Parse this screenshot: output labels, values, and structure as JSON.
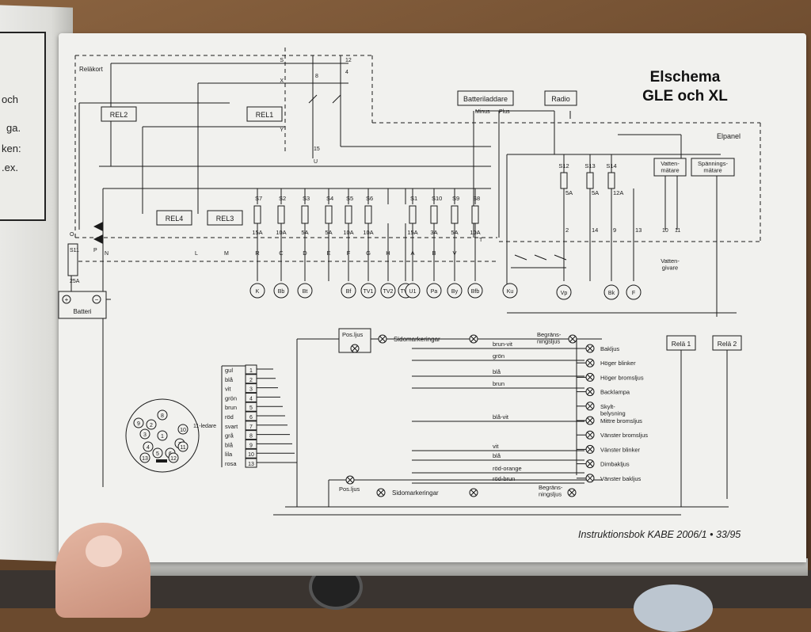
{
  "left_page": {
    "lines": [
      "och",
      "ga.",
      "ken:",
      ".ex."
    ]
  },
  "title": {
    "line1": "Elschema",
    "line2": "GLE och XL"
  },
  "footer": {
    "book": "Instruktionsbok KABE 2006/1",
    "sep": "•",
    "page": "33/95"
  },
  "boards": {
    "reläkort": "Reläkort",
    "elpanel": "Elpanel"
  },
  "relays": [
    "REL2",
    "REL1",
    "REL4",
    "REL3"
  ],
  "top_boxes": {
    "charger": "Batteriladdare",
    "minus": "Minus",
    "plus": "Plus",
    "radio": "Radio"
  },
  "switch_labels": [
    "S",
    "X",
    "Y",
    "12",
    "4",
    "8",
    "15",
    "U"
  ],
  "fuse_main": {
    "name": "S11",
    "rating": "25A"
  },
  "fuses": [
    {
      "name": "S7",
      "rating": "15A",
      "wire": "R",
      "load": "K"
    },
    {
      "name": "S2",
      "rating": "10A",
      "wire": "C",
      "load": "Bb"
    },
    {
      "name": "S3",
      "rating": "5A",
      "wire": "D",
      "load": "Bt"
    },
    {
      "name": "S4",
      "rating": "5A",
      "wire": "E",
      "load": ""
    },
    {
      "name": "S5",
      "rating": "10A",
      "wire": "F",
      "load": "Bf"
    },
    {
      "name": "S6",
      "rating": "10A",
      "wire": "G",
      "load": "TV1"
    },
    {
      "name": "",
      "rating": "",
      "wire": "H",
      "load": "TV2"
    },
    {
      "name": "",
      "rating": "",
      "wire": "",
      "load": "TV3"
    },
    {
      "name": "S1",
      "rating": "15A",
      "wire": "A",
      "load": "U1"
    },
    {
      "name": "S10",
      "rating": "3A",
      "wire": "B",
      "load": "Pa"
    },
    {
      "name": "S9",
      "rating": "5A",
      "wire": "V",
      "load": "By"
    },
    {
      "name": "S8",
      "rating": "10A",
      "wire": "I",
      "load": "Bfb"
    }
  ],
  "panel_fuses": [
    {
      "name": "S12",
      "rating": "5A",
      "wire": "2",
      "load": "Vp"
    },
    {
      "name": "S13",
      "rating": "5A",
      "wire": "14",
      "load": ""
    },
    {
      "name": "S14",
      "rating": "12A",
      "wire": "9",
      "load": "Bk"
    },
    {
      "name": "",
      "rating": "",
      "wire": "13",
      "load": "F"
    }
  ],
  "ku": "Ku",
  "relay_misc": {
    "wire_o": "O",
    "wire_p": "P",
    "wire_n": "N",
    "wire_l": "L",
    "wire_m": "M",
    "wire_t": "T"
  },
  "meters": {
    "water": "Vatten-\nmätare",
    "voltage": "Spännings-\nmätare",
    "w10": "10",
    "w11": "11",
    "sensor": "Vatten-\ngivare"
  },
  "battery": {
    "label": "Batteri",
    "plus": "+",
    "minus": "−"
  },
  "relays_right": [
    "Relä 1",
    "Relä 2"
  ],
  "trailer_lights_top": {
    "pos": "Pos.ljus",
    "side": "Sidomarkeringar",
    "limit": "Begräns-\nningsljus"
  },
  "trailer_lights_bottom": {
    "pos": "Pos.ljus",
    "side": "Sidomarkeringar",
    "limit": "Begräns-\nningsljus"
  },
  "connector": {
    "cable": "11-ledare",
    "pins": [
      "1",
      "2",
      "3",
      "4",
      "5",
      "6",
      "7",
      "8",
      "9",
      "10",
      "11",
      "12",
      "13"
    ]
  },
  "wire_colors": [
    {
      "color": "gul",
      "pin": "1"
    },
    {
      "color": "blå",
      "pin": "2"
    },
    {
      "color": "vit",
      "pin": "3"
    },
    {
      "color": "grön",
      "pin": "4"
    },
    {
      "color": "brun",
      "pin": "5"
    },
    {
      "color": "röd",
      "pin": "6"
    },
    {
      "color": "svart",
      "pin": "7"
    },
    {
      "color": "grå",
      "pin": "8"
    },
    {
      "color": "blå",
      "pin": "9"
    },
    {
      "color": "lila",
      "pin": "10"
    },
    {
      "color": "rosa",
      "pin": "13"
    }
  ],
  "harness_labels": [
    "brun-vit",
    "grön",
    "blå",
    "brun",
    "blå-vit",
    "vit",
    "blå",
    "röd-orange",
    "röd-brun"
  ],
  "lamps": [
    "Bakljus",
    "Höger blinker",
    "Höger bromsljus",
    "Backlampa",
    "Skylt-\nbelysning",
    "Mittre bromsljus",
    "Vänster bromsljus",
    "Vänster blinker",
    "Dimbakljus",
    "Vänster bakljus"
  ]
}
